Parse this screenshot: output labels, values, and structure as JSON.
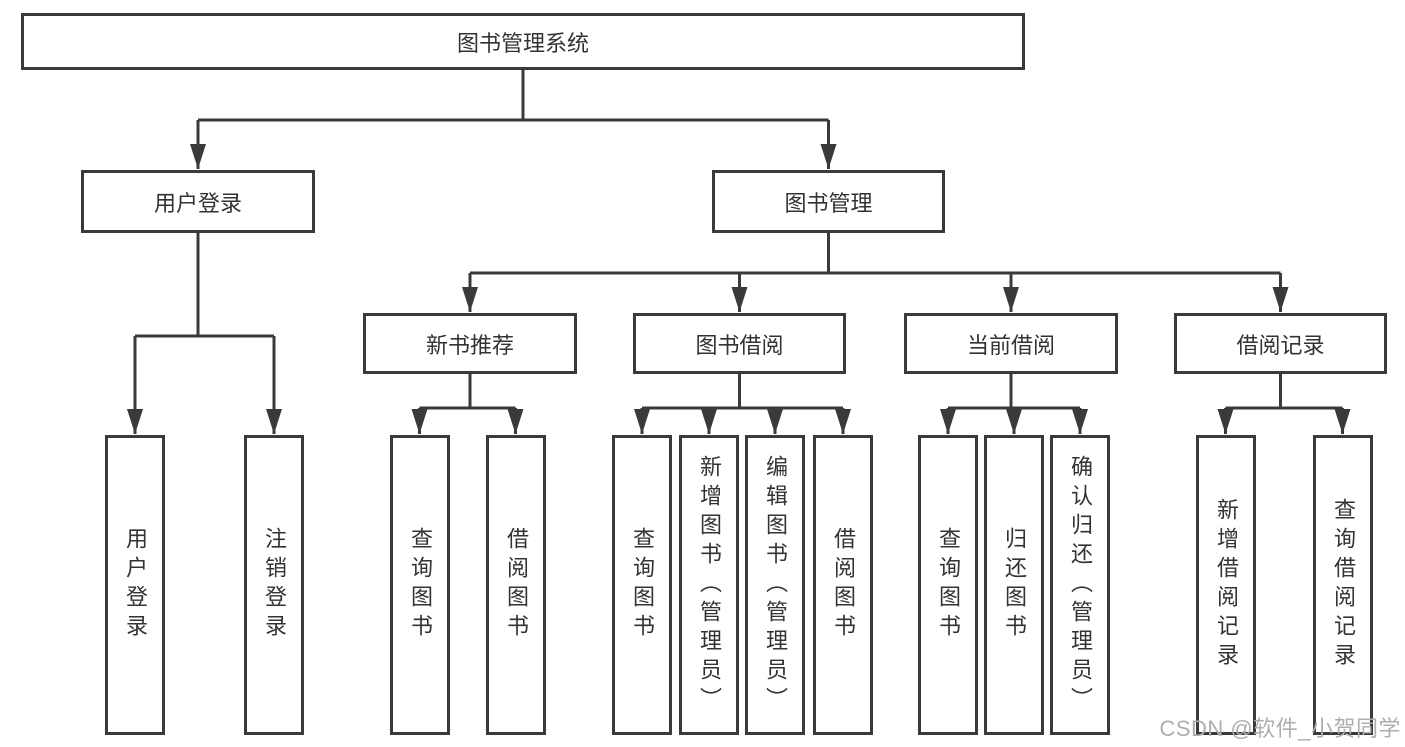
{
  "diagram": {
    "root": {
      "label": "图书管理系统"
    },
    "branches": [
      {
        "label": "用户登录",
        "leaves": [
          "用户登录",
          "注销登录"
        ]
      },
      {
        "label": "图书管理",
        "groups": [
          {
            "label": "新书推荐",
            "leaves": [
              "查询图书",
              "借阅图书"
            ]
          },
          {
            "label": "图书借阅",
            "leaves": [
              "查询图书",
              "新增图书（管理员）",
              "编辑图书（管理员）",
              "借阅图书"
            ]
          },
          {
            "label": "当前借阅",
            "leaves": [
              "查询图书",
              "归还图书",
              "确认归还（管理员）"
            ]
          },
          {
            "label": "借阅记录",
            "leaves": [
              "新增借阅记录",
              "查询借阅记录"
            ]
          }
        ]
      }
    ]
  },
  "watermark": {
    "text": "CSDN @软件_小贺同学"
  },
  "colors": {
    "line": "#3a3a3a",
    "text": "#333333",
    "box_background": "#ffffff",
    "watermark": "#aeaeae"
  }
}
